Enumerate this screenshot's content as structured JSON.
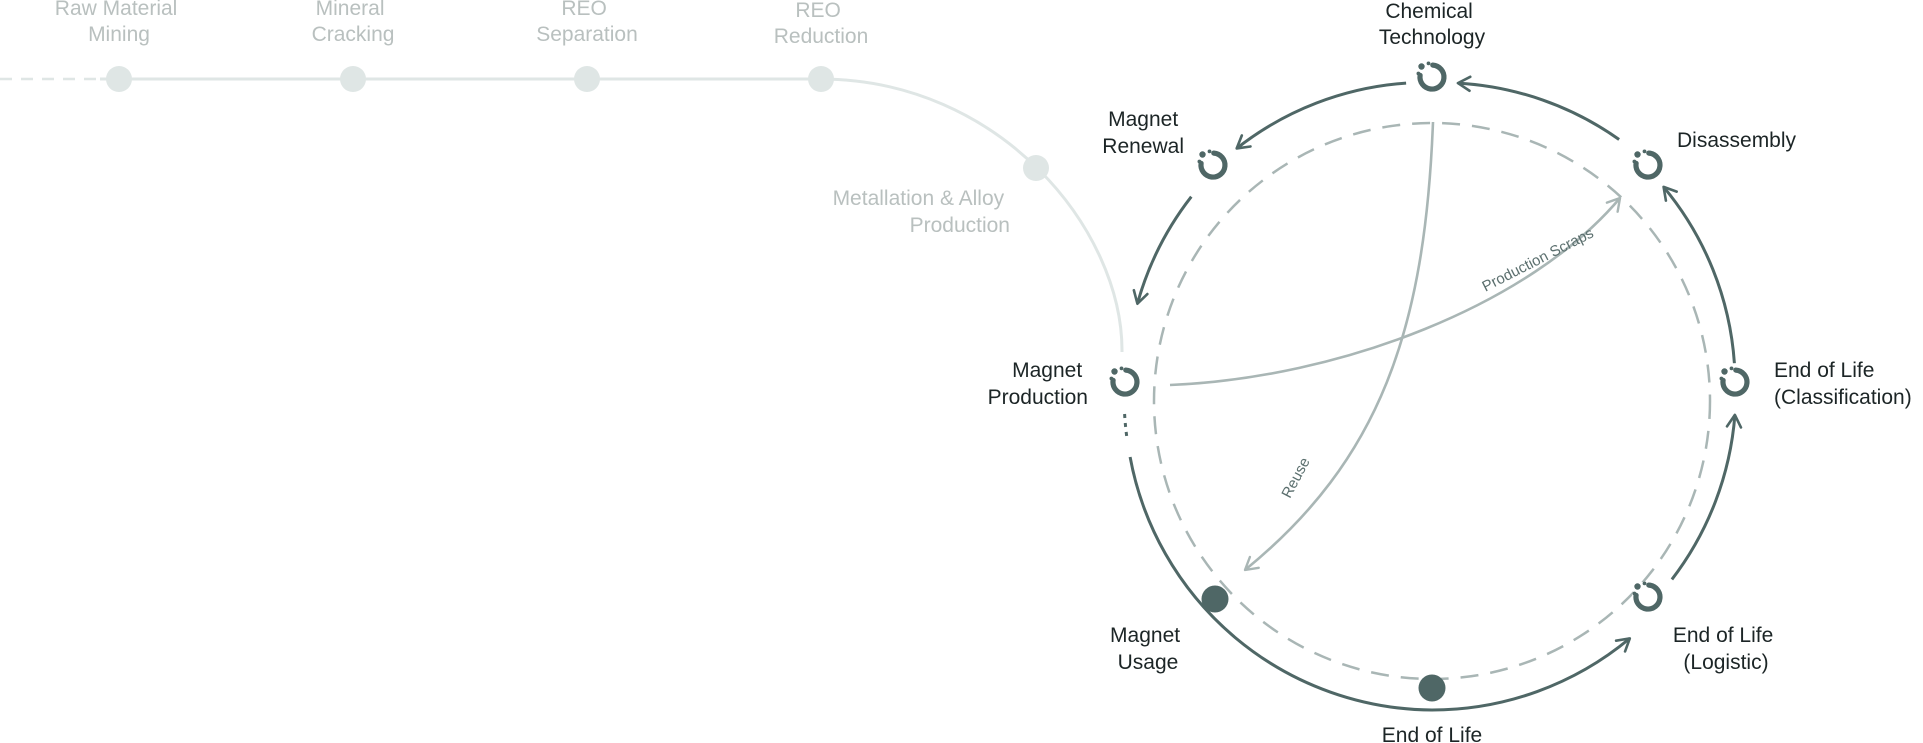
{
  "colors": {
    "dark": "#4f6766",
    "faint": "#dfe6e5",
    "mid": "#a9b6b5",
    "text_dark": "#1c2526",
    "text_faint": "#b9c0bf"
  },
  "supply_chain": [
    {
      "id": "raw-material-mining",
      "lines": [
        "Raw Material",
        "Mining"
      ]
    },
    {
      "id": "mineral-cracking",
      "lines": [
        "Mineral",
        "Cracking"
      ]
    },
    {
      "id": "reo-separation",
      "lines": [
        "REO",
        "Separation"
      ]
    },
    {
      "id": "reo-reduction",
      "lines": [
        "REO",
        "Reduction"
      ]
    },
    {
      "id": "metallation-alloy-production",
      "lines": [
        "Metallation & Alloy",
        "Production"
      ]
    }
  ],
  "cycle": [
    {
      "id": "chemical-technology",
      "lines": [
        "Chemical",
        "Technology"
      ],
      "icon": "recycle-node-icon"
    },
    {
      "id": "disassembly",
      "lines": [
        "Disassembly"
      ],
      "icon": "recycle-node-icon"
    },
    {
      "id": "end-of-life-classification",
      "lines": [
        "End of Life",
        "(Classification)"
      ],
      "icon": "recycle-node-icon"
    },
    {
      "id": "end-of-life-logistic",
      "lines": [
        "End of Life",
        "(Logistic)"
      ],
      "icon": "recycle-node-icon"
    },
    {
      "id": "end-of-life",
      "lines": [
        "End of Life"
      ],
      "icon": "solid-node-icon"
    },
    {
      "id": "magnet-usage",
      "lines": [
        "Magnet",
        "Usage"
      ],
      "icon": "solid-node-icon"
    },
    {
      "id": "magnet-production",
      "lines": [
        "Magnet",
        "Production"
      ],
      "icon": "recycle-node-icon"
    },
    {
      "id": "magnet-renewal",
      "lines": [
        "Magnet",
        "Renewal"
      ],
      "icon": "recycle-node-icon"
    }
  ],
  "cross_flows": [
    {
      "id": "production-scraps",
      "label": "Production Scraps"
    },
    {
      "id": "reuse",
      "label": "Reuse"
    }
  ]
}
